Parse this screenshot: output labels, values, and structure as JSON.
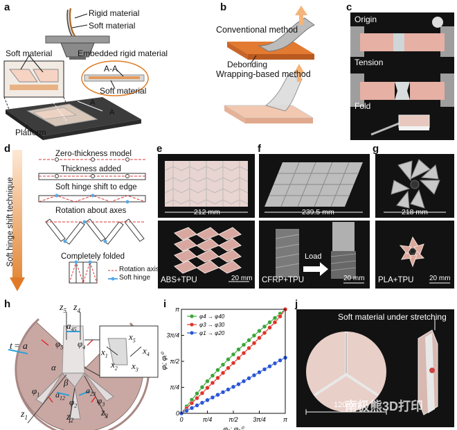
{
  "panels": {
    "a": {
      "letter": "a",
      "rigid": "Rigid material",
      "soft": "Soft material",
      "soft_left": "Soft material",
      "embedded": "Embedded rigid material",
      "section": "A-A",
      "soft_bottom": "Soft material",
      "platform": "Platform",
      "markA1": "A",
      "markA2": "A"
    },
    "b": {
      "letter": "b",
      "conventional": "Conventional method",
      "debonding": "Debonding",
      "wrapping": "Wrapping-based method"
    },
    "c": {
      "letter": "c",
      "origin": "Origin",
      "tension": "Tension",
      "fold": "Fold"
    },
    "d": {
      "letter": "d",
      "side": "Soft hinge shift technique",
      "step1": "Zero-thickness model",
      "step2": "Thickness added",
      "step3": "Soft hinge shift to edge",
      "step4": "Rotation about axes",
      "step5": "Completely folded",
      "legend_axis": "Rotation axis",
      "legend_hinge": "Soft hinge"
    },
    "e": {
      "letter": "e",
      "dim": "212 mm",
      "material": "ABS+TPU",
      "scale": "20 mm"
    },
    "f": {
      "letter": "f",
      "dim": "239.5 mm",
      "load": "Load",
      "material": "CFRP+TPU",
      "scale": "20 mm"
    },
    "g": {
      "letter": "g",
      "dim": "218 mm",
      "material": "PLA+TPU",
      "scale": "20 mm"
    },
    "h": {
      "letter": "h",
      "z5": "z",
      "z5s": "5",
      "z4": "z",
      "z4s": "4",
      "a45": "a",
      "a45s": "45",
      "t": "t",
      "t_eq": "= a",
      "phi5": "φ",
      "phi5s": "5",
      "phi4": "φ",
      "phi4s": "4",
      "alpha": "α",
      "beta": "β",
      "a12": "a",
      "a12s": "12",
      "a23": "a",
      "a23s": "23",
      "phi1": "φ",
      "phi1s": "1",
      "phi2": "φ",
      "phi2s": "2",
      "phi3": "φ",
      "phi3s": "3",
      "z1": "z",
      "z1s": "1",
      "z2": "z",
      "z2s": "2",
      "z3": "z",
      "z3s": "3",
      "x5": "x",
      "x5s": "5",
      "x1": "x",
      "x1s": "1",
      "x2": "x",
      "x2s": "2",
      "x3": "x",
      "x3s": "3",
      "x4": "x",
      "x4s": "4"
    },
    "j": {
      "letter": "j",
      "title": "Soft material under stretching",
      "dim": "120mm",
      "watermark": "南极熊3D打印"
    }
  },
  "chart_data": {
    "type": "line",
    "letter": "i",
    "xlabel": "φ₁; φ₁⁰",
    "ylabel": "φᵢ; φᵢ⁰",
    "xlim": [
      0,
      3.14159
    ],
    "ylim": [
      0,
      3.14159
    ],
    "xticks": [
      "0",
      "π/4",
      "π/2",
      "3π/4",
      "π"
    ],
    "yticks": [
      "0",
      "π/4",
      "π/2",
      "3π/4",
      "π"
    ],
    "legend": [
      {
        "marker": "φ",
        "sub": "4",
        "ref": "φ",
        "refsub": "4",
        "refsup": "0",
        "sep": "→",
        "color": "#3aa63a"
      },
      {
        "marker": "φ",
        "sub": "3",
        "ref": "φ",
        "refsub": "3",
        "refsup": "0",
        "sep": "→",
        "color": "#e0342a"
      },
      {
        "marker": "φ",
        "sub": "1",
        "ref": "φ",
        "refsub": "2",
        "refsup": "0",
        "sep": "→",
        "color": "#2a56d6"
      }
    ],
    "series": [
      {
        "name": "φ4",
        "color": "#3aa63a",
        "x": [
          0,
          0.157,
          0.314,
          0.471,
          0.628,
          0.785,
          0.942,
          1.099,
          1.257,
          1.414,
          1.571,
          1.728,
          1.885,
          2.042,
          2.199,
          2.356,
          2.513,
          2.67,
          2.827,
          2.985,
          3.142
        ],
        "y": [
          0,
          0.21,
          0.41,
          0.6,
          0.79,
          0.97,
          1.14,
          1.31,
          1.47,
          1.63,
          1.78,
          1.93,
          2.07,
          2.21,
          2.35,
          2.49,
          2.62,
          2.75,
          2.88,
          3.01,
          3.142
        ]
      },
      {
        "name": "φ3",
        "color": "#e0342a",
        "x": [
          0,
          0.157,
          0.314,
          0.471,
          0.628,
          0.785,
          0.942,
          1.099,
          1.257,
          1.414,
          1.571,
          1.728,
          1.885,
          2.042,
          2.199,
          2.356,
          2.513,
          2.67,
          2.827,
          2.985,
          3.142
        ],
        "y": [
          0,
          0.15,
          0.31,
          0.46,
          0.61,
          0.77,
          0.92,
          1.07,
          1.22,
          1.37,
          1.52,
          1.67,
          1.82,
          1.97,
          2.12,
          2.28,
          2.43,
          2.59,
          2.75,
          2.93,
          3.142
        ]
      },
      {
        "name": "φ1",
        "color": "#2a56d6",
        "x": [
          0,
          0.157,
          0.314,
          0.471,
          0.628,
          0.785,
          0.942,
          1.099,
          1.257,
          1.414,
          1.571,
          1.728,
          1.885,
          2.042,
          2.199,
          2.356,
          2.513,
          2.67,
          2.827,
          2.985,
          3.142
        ],
        "y": [
          0,
          0.08,
          0.16,
          0.24,
          0.32,
          0.4,
          0.48,
          0.56,
          0.64,
          0.72,
          0.8,
          0.88,
          0.97,
          1.06,
          1.15,
          1.24,
          1.33,
          1.42,
          1.51,
          1.6,
          1.68
        ]
      }
    ]
  }
}
